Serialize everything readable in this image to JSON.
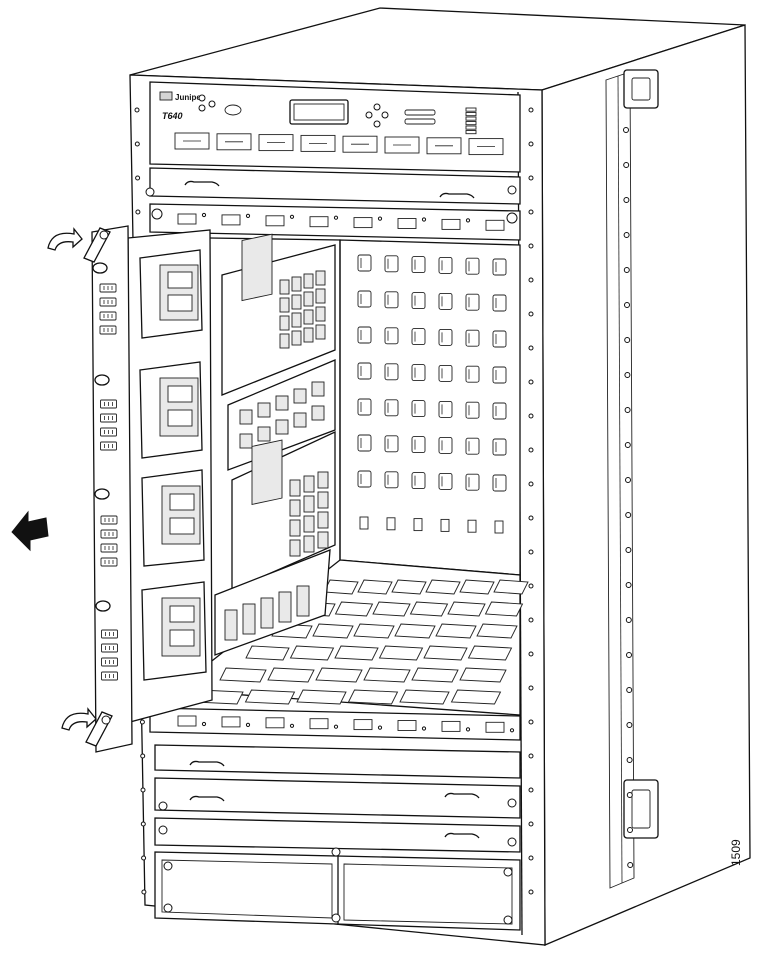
{
  "figure": {
    "brand": "Juniper",
    "model": "T640",
    "figure_number": "1509"
  },
  "icons": {
    "removal_arrow": "left-arrow-icon",
    "lever_rotation": "curved-arrow-icon"
  },
  "colors": {
    "line": "#111111",
    "shade": "#d5d5d5",
    "background": "#ffffff"
  }
}
